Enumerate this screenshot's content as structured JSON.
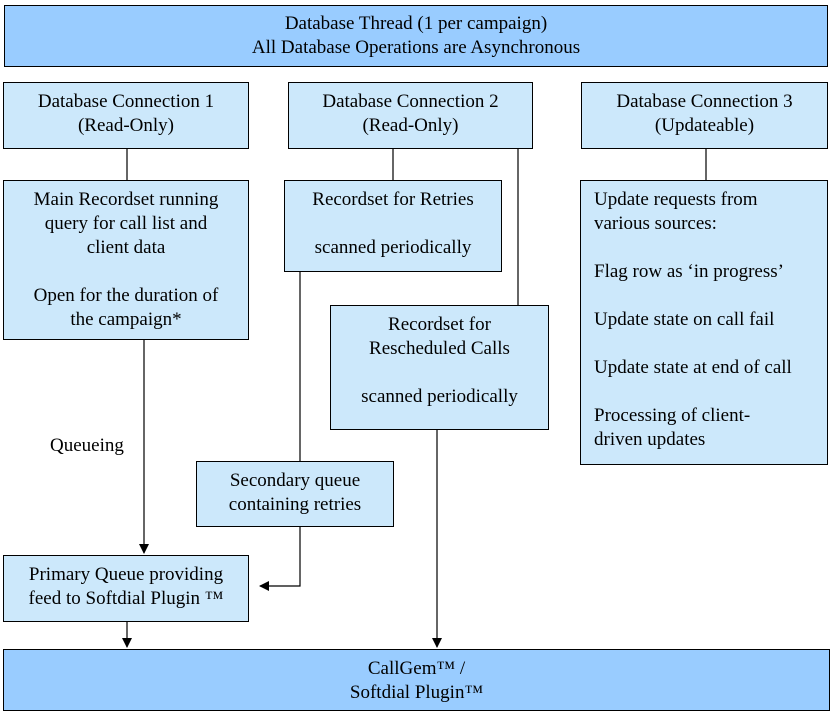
{
  "header": {
    "line1": "Database Thread (1 per campaign)",
    "line2": "All Database Operations are Asynchronous"
  },
  "connections": {
    "c1": {
      "line1": "Database Connection 1",
      "line2": "(Read-Only)"
    },
    "c2": {
      "line1": "Database Connection 2",
      "line2": "(Read-Only)"
    },
    "c3": {
      "line1": "Database Connection 3",
      "line2": "(Updateable)"
    }
  },
  "main_recordset": {
    "l1": "Main Recordset running",
    "l2": "query for call list and",
    "l3": "client data",
    "l4": "Open for the duration of",
    "l5": "the campaign*"
  },
  "retries_recordset": {
    "l1": "Recordset for Retries",
    "l2": "scanned periodically"
  },
  "rescheduled_recordset": {
    "l1": "Recordset for",
    "l2": "Rescheduled Calls",
    "l3": "scanned periodically"
  },
  "updates": {
    "l1": "Update requests from",
    "l2": "various sources:",
    "l3": "Flag row as ‘in progress’",
    "l4": "Update state on call fail",
    "l5": "Update state at end of call",
    "l6": "Processing of client-",
    "l7": "driven updates"
  },
  "secondary_queue": {
    "l1": "Secondary queue",
    "l2": "containing retries"
  },
  "primary_queue": {
    "l1": "Primary Queue providing",
    "l2": "feed to Softdial Plugin ™"
  },
  "callgem": {
    "l1": "CallGem™ /",
    "l2": "Softdial Plugin™"
  },
  "queueing_label": "Queueing"
}
